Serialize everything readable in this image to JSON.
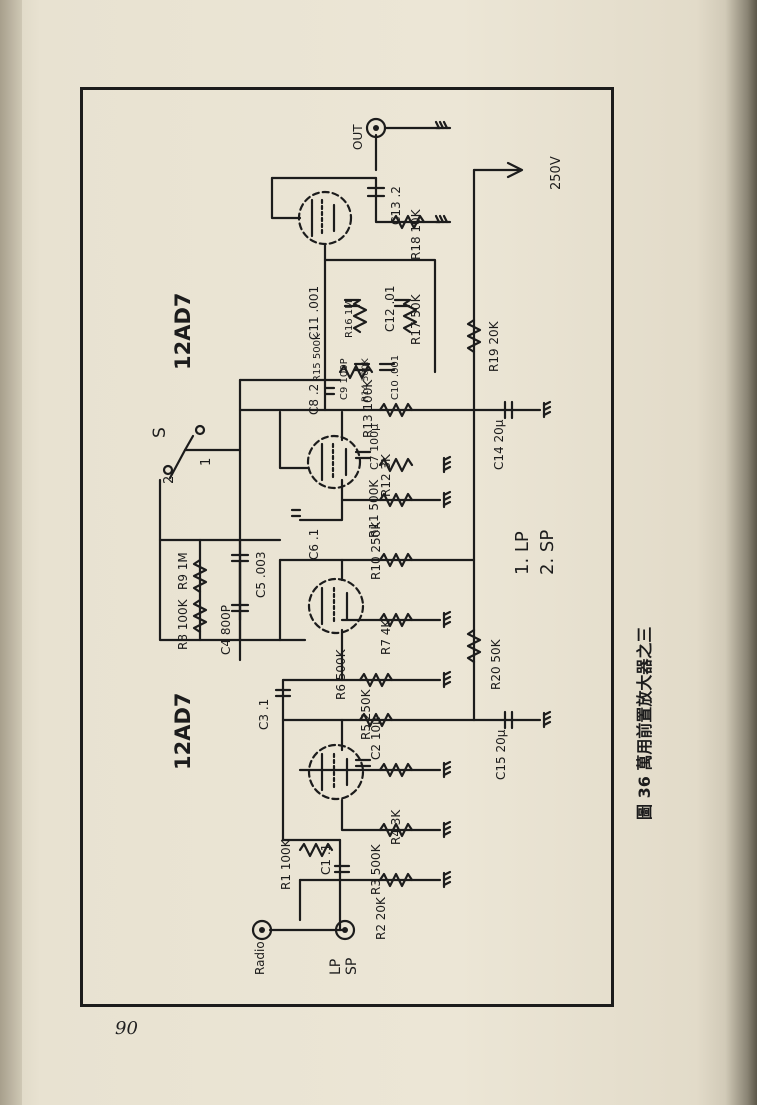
{
  "page_number": "90",
  "caption": "圖 36 萬用前置放大器之三",
  "tubes": [
    "12AD7",
    "12AD7"
  ],
  "switch": {
    "name": "S",
    "positions": [
      "2",
      "1"
    ],
    "legend": [
      "1. LP",
      "2. SP"
    ]
  },
  "terminals": {
    "output": "OUT",
    "supply": "250V",
    "radio": "Radio",
    "lp": "LP",
    "sp": "SP"
  },
  "components": {
    "R1": "R1 100K",
    "R2": "R2 20K",
    "R3": "R3 500K",
    "R4": "R4 3K",
    "R5": "R5 250K",
    "R6": "R6 500K",
    "R7": "R7 4K",
    "R8": "R8 100K",
    "R9": "R9 1M",
    "R10": "R10 250K",
    "R11": "R11 500K",
    "R12": "R12 3K",
    "R13": "R13 100K",
    "R14": "R14 500K",
    "R15": "R15 500K",
    "R16": "R16 1M",
    "R17": "R17 50K",
    "R18": "R18 10K",
    "R19": "R19 20K",
    "R20": "R20 50K",
    "C1": "C1 .1",
    "C2": "C2 10μ",
    "C3": "C3 .1",
    "C4": "C4 800P",
    "C5": "C5 .003",
    "C6": "C6 .1",
    "C7": "C7 100μ",
    "C8": "C8 .2",
    "C9": "C9 100P",
    "C10": "C10 .001",
    "C11": "C11 .001",
    "C12": "C12 .01",
    "C13": "C13 .2",
    "C14": "C14 20μ",
    "C15": "C15 20μ"
  }
}
